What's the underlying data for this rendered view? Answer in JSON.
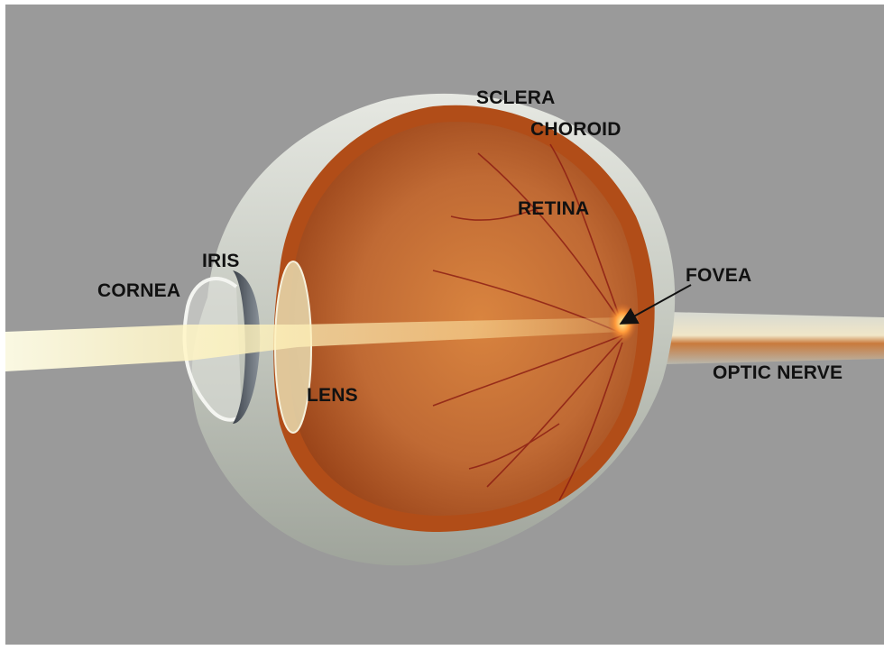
{
  "diagram": {
    "background_color": "#9a9a9a",
    "labels": {
      "sclera": "SCLERA",
      "choroid": "CHOROID",
      "retina": "RETINA",
      "iris": "IRIS",
      "cornea": "CORNEA",
      "fovea": "FOVEA",
      "lens": "LENS",
      "optic_nerve": "OPTIC NERVE"
    },
    "colors": {
      "sclera": "#c9ccc4",
      "choroid": "#c0561c",
      "retina_interior": "#c06a34",
      "light_beam": "#fff6c8",
      "blood_vessel": "#8a1a12"
    }
  }
}
